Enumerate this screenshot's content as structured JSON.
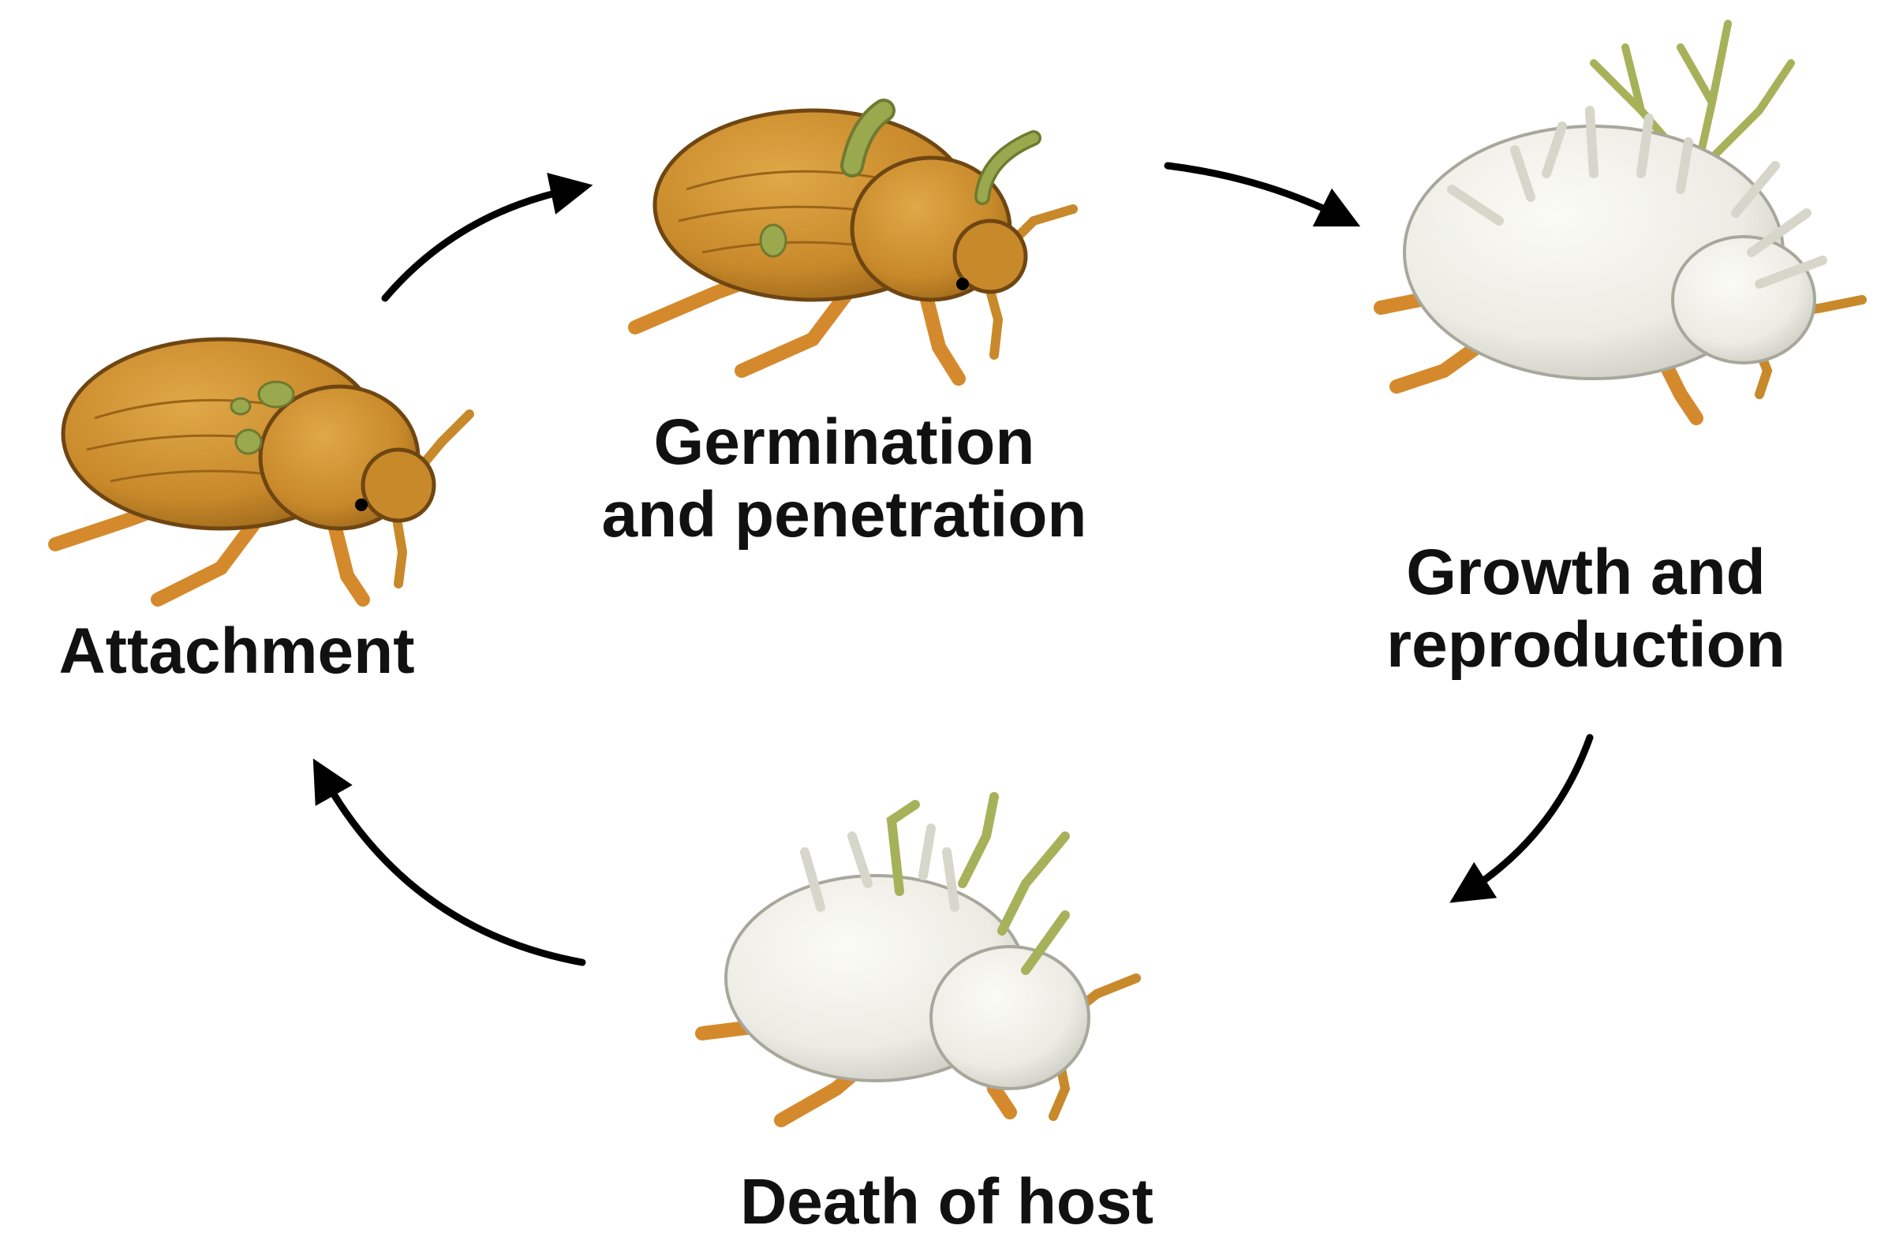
{
  "diagram": {
    "stages": {
      "attachment": {
        "label": "Attachment"
      },
      "germination": {
        "line1": "Germination",
        "line2": "and penetration"
      },
      "growth": {
        "line1": "Growth and",
        "line2": "reproduction"
      },
      "death": {
        "label": "Death of host"
      }
    },
    "colors": {
      "beetle_body": "#c8892a",
      "beetle_dark": "#8a5a18",
      "beetle_legs": "#d48a2c",
      "spore_green": "#9aa84e",
      "fungus_white": "#ecebe4",
      "hyphae_white": "#e4e4da",
      "conidiophore_green": "#a7b15a",
      "arrow": "#000000",
      "text": "#111111"
    }
  }
}
